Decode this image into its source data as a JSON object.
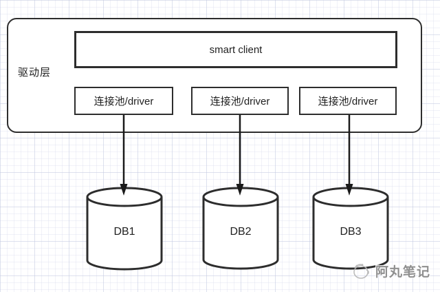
{
  "canvas": {
    "stroke_color": "#2d2d2d",
    "background_color": "#ffffff",
    "grid_color": "#dfe3f0"
  },
  "layer": {
    "label": "驱动层",
    "client": {
      "label": "smart client"
    },
    "drivers": [
      {
        "label": "连接池/driver"
      },
      {
        "label": "连接池/driver"
      },
      {
        "label": "连接池/driver"
      }
    ]
  },
  "databases": [
    {
      "label": "DB1"
    },
    {
      "label": "DB2"
    },
    {
      "label": "DB3"
    }
  ],
  "watermark": {
    "text": "阿丸笔记",
    "icon": "doodle-ball-icon",
    "color": "#8f8f8f"
  }
}
